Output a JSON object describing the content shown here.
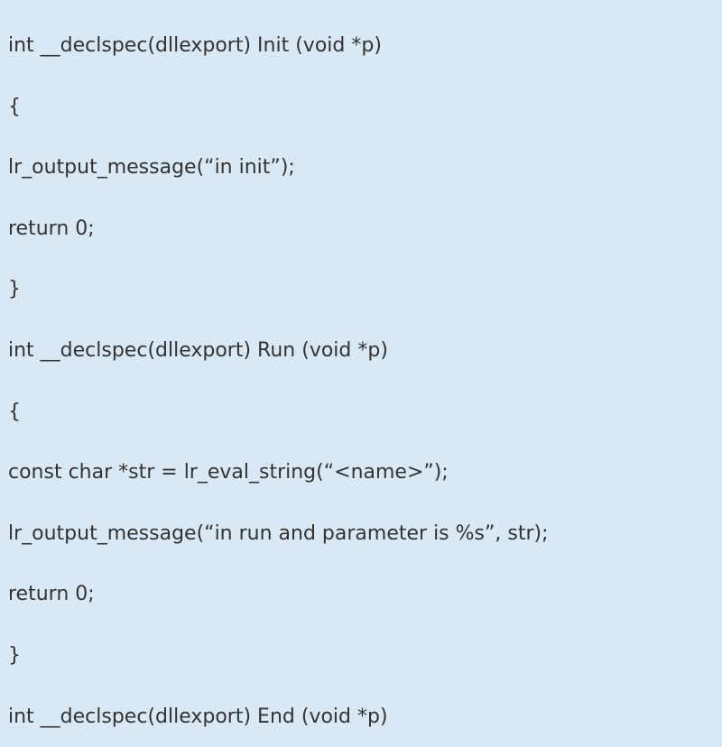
{
  "code_lines": [
    "int __declspec(dllexport) Init (void *p)",
    "{",
    "lr_output_message(“in init”);",
    "return 0;",
    "}",
    "int __declspec(dllexport) Run (void *p)",
    "{",
    "const char *str = lr_eval_string(“<name>”);",
    "lr_output_message(“in run and parameter is %s”, str);",
    "return 0;",
    "}",
    "int __declspec(dllexport) End (void *p)"
  ]
}
